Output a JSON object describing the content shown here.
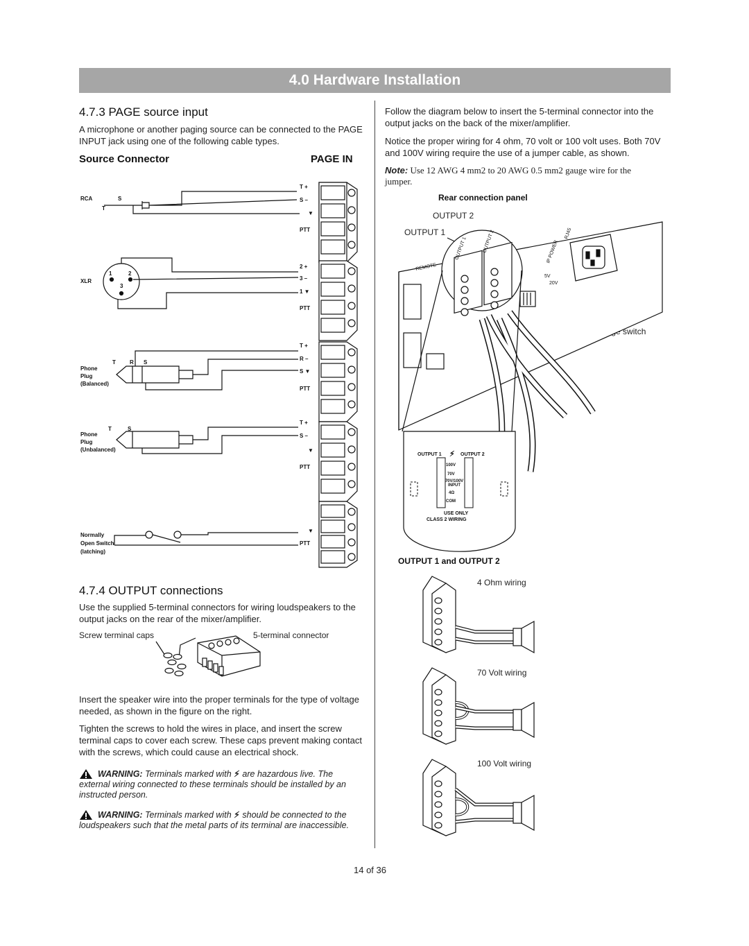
{
  "header": {
    "title": "4.0 Hardware Installation"
  },
  "left": {
    "page_source": {
      "heading": "4.7.3 PAGE source input",
      "intro": "A microphone or another paging source can be connected to the PAGE INPUT jack using one of the following cable types.",
      "source_connector": "Source Connector",
      "page_in": "PAGE IN",
      "rows": [
        {
          "name": "RCA",
          "terms": [
            "T +",
            "S –",
            "▼",
            "PTT"
          ]
        },
        {
          "name": "XLR",
          "terms": [
            "2 +",
            "3 –",
            "1 ▼",
            "PTT"
          ]
        },
        {
          "name": "Phone Plug (Balanced)",
          "terms": [
            "T +",
            "R –",
            "S ▼",
            "PTT"
          ]
        },
        {
          "name": "Phone Plug (Unbalanced)",
          "terms": [
            "T +",
            "S –",
            "▼",
            "PTT"
          ]
        },
        {
          "name": "Normally Open Switch (latching)",
          "terms": [
            "▼",
            "PTT"
          ]
        }
      ],
      "rca": {
        "label": "RCA",
        "s": "S",
        "t": "T"
      },
      "xlr": {
        "label": "XLR",
        "p1": "1",
        "p2": "2",
        "p3": "3"
      },
      "phone_bal": {
        "l1": "Phone",
        "l2": "Plug",
        "l3": "(Balanced)",
        "t": "T",
        "r": "R",
        "s": "S"
      },
      "phone_unbal": {
        "l1": "Phone",
        "l2": "Plug",
        "l3": "(Unbalanced)",
        "t": "T",
        "s": "S"
      },
      "switch": {
        "l1": "Normally",
        "l2": "Open Switch",
        "l3": "(latching)"
      }
    },
    "output": {
      "heading": "4.7.4 OUTPUT connections",
      "intro": "Use the supplied 5-terminal connectors for wiring loudspeakers to the output jacks on the rear of the mixer/amplifier.",
      "caps_label": "Screw terminal caps",
      "connector_label": "5-terminal connector",
      "p1": "Insert the speaker wire into the proper terminals for the type of voltage needed, as shown in the figure on the right.",
      "p2": "Tighten the screws to hold the wires in place, and insert the screw terminal caps to cover each screw. These caps prevent making contact with the screws, which could cause an electrical shock.",
      "warning1_label": "WARNING:",
      "warning1_a": "Terminals marked with",
      "warning1_b": "are hazardous live. The external wiring connected to these terminals should be installed by an instructed person.",
      "warning2_label": "WARNING:",
      "warning2_a": "Terminals marked with",
      "warning2_b": "should be connected to the loudspeakers such that the metal parts of its terminal are inaccessible."
    }
  },
  "right": {
    "p1": "Follow the diagram below to insert the 5-terminal connector into the output jacks on the back of the mixer/amplifier.",
    "p2": "Notice the proper wiring for 4 ohm, 70 volt or 100 volt uses. Both 70V and 100V wiring require the use of a jumper cable, as shown.",
    "note_label": "Note:",
    "note_text": "Use 12 AWG 4 mm2 to 20 AWG 0.5 mm2 gauge wire for the jumper.",
    "panel_title": "Rear connection panel",
    "output2": "OUTPUT 2",
    "output1": "OUTPUT 1",
    "input_switch": "Input voltage switch",
    "panel_labels": [
      "REMOTE",
      "OUTPUT 1",
      "OUTPUT 2",
      "RJ45",
      "IP POWER",
      "5V",
      "20V"
    ],
    "detail": {
      "out1": "OUTPUT 1",
      "out2": "OUTPUT 2",
      "terms": [
        "100V",
        "70V",
        "70V/100V INPUT",
        "4Ω",
        "COM"
      ],
      "use_only": "USE ONLY",
      "class2": "CLASS 2 WIRING"
    },
    "outputs_heading": "OUTPUT 1 and OUTPUT 2",
    "wiring": [
      "4 Ohm wiring",
      "70 Volt wiring",
      "100 Volt wiring"
    ]
  },
  "footer": {
    "page": "14 of 36"
  },
  "colors": {
    "banner": "#a6a6a6",
    "text": "#222222"
  }
}
